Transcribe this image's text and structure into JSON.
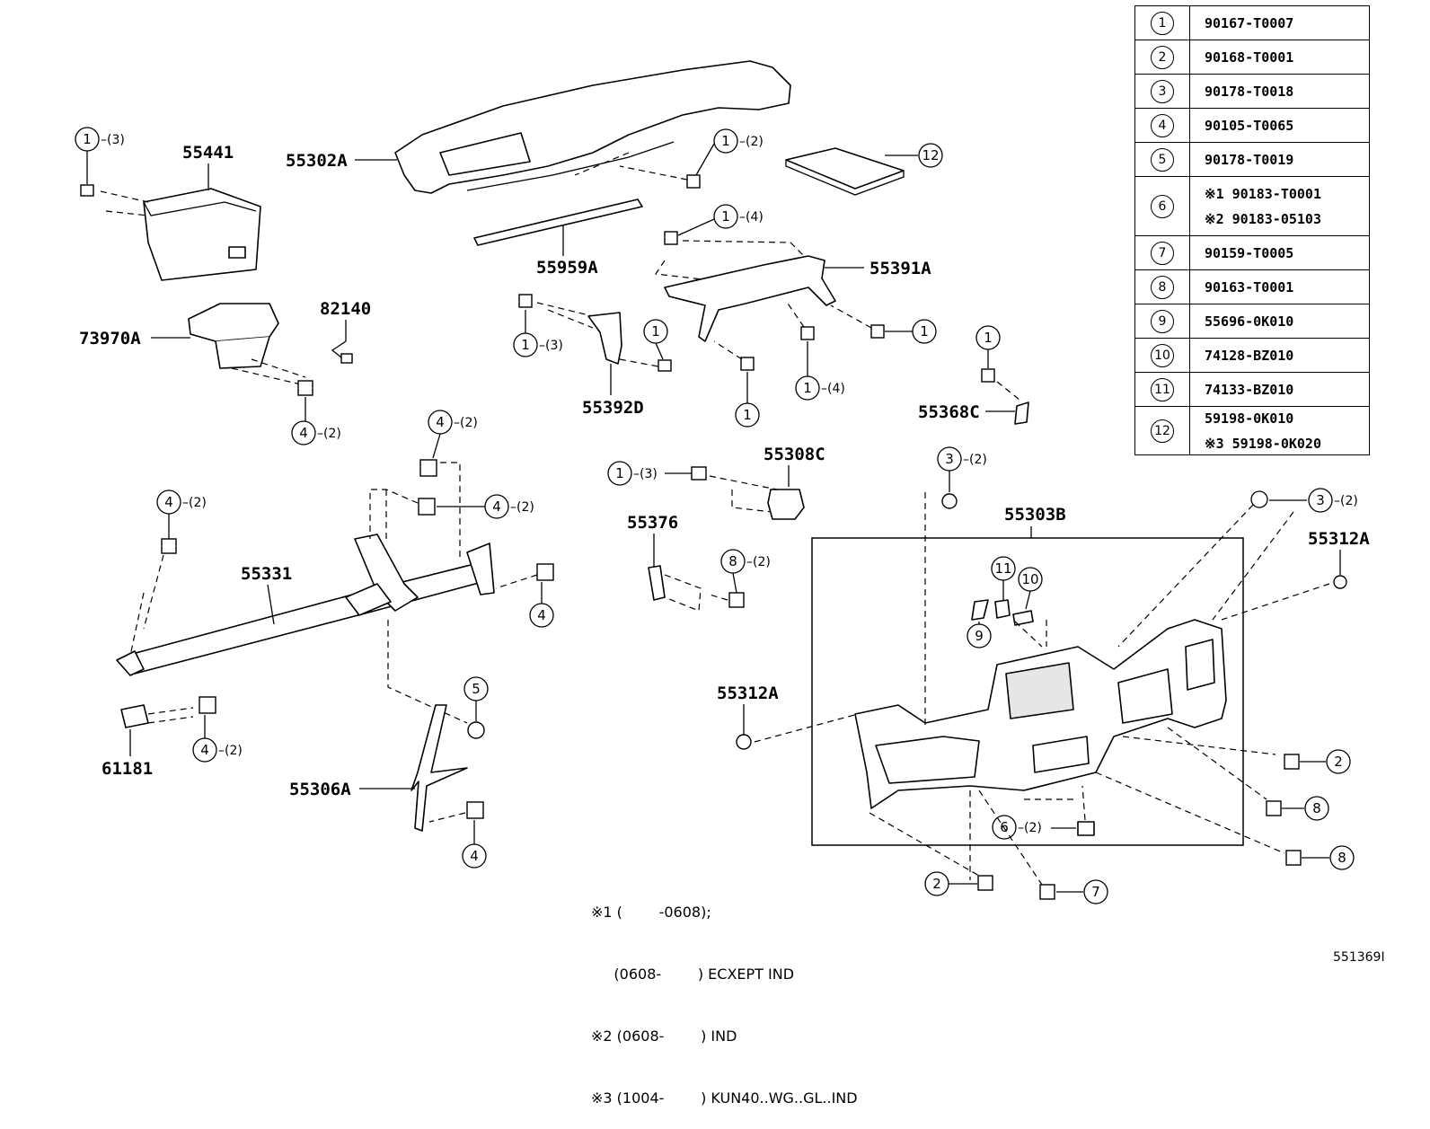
{
  "parts": {
    "p55441": "55441",
    "p55302A": "55302A",
    "p55959A": "55959A",
    "p55391A": "55391A",
    "p73970A": "73970A",
    "p82140": "82140",
    "p55392D": "55392D",
    "p55368C": "55368C",
    "p55308C": "55308C",
    "p55331": "55331",
    "p55376": "55376",
    "p55303B": "55303B",
    "p55312A_right": "55312A",
    "p55312A_left": "55312A",
    "p61181": "61181",
    "p55306A": "55306A"
  },
  "callouts": {
    "c1": "1",
    "c2": "2",
    "c3": "3",
    "c4": "4",
    "c5": "5",
    "c6": "6",
    "c7": "7",
    "c8": "8",
    "c9": "9",
    "c10": "10",
    "c11": "11",
    "c12": "12"
  },
  "quantities": {
    "q2": "–(2)",
    "q3": "–(3)",
    "q4": "–(4)"
  },
  "legend": [
    {
      "ref": "1",
      "part": "90167-T0007"
    },
    {
      "ref": "2",
      "part": "90168-T0001"
    },
    {
      "ref": "3",
      "part": "90178-T0018"
    },
    {
      "ref": "4",
      "part": "90105-T0065"
    },
    {
      "ref": "5",
      "part": "90178-T0019"
    },
    {
      "ref": "6",
      "part": "※1 90183-T0001",
      "part2": "※2 90183-05103"
    },
    {
      "ref": "7",
      "part": "90159-T0005"
    },
    {
      "ref": "8",
      "part": "90163-T0001"
    },
    {
      "ref": "9",
      "part": "55696-0K010"
    },
    {
      "ref": "10",
      "part": "74128-BZ010"
    },
    {
      "ref": "11",
      "part": "74133-BZ010"
    },
    {
      "ref": "12",
      "part": "59198-0K010",
      "part2": "※3 59198-0K020"
    }
  ],
  "notes": [
    "※1 (        -0608);",
    "     (0608-        ) ECXEPT IND",
    "※2 (0608-        ) IND",
    "※3 (1004-        ) KUN40..WG..GL..IND"
  ],
  "image_code": "551369I"
}
